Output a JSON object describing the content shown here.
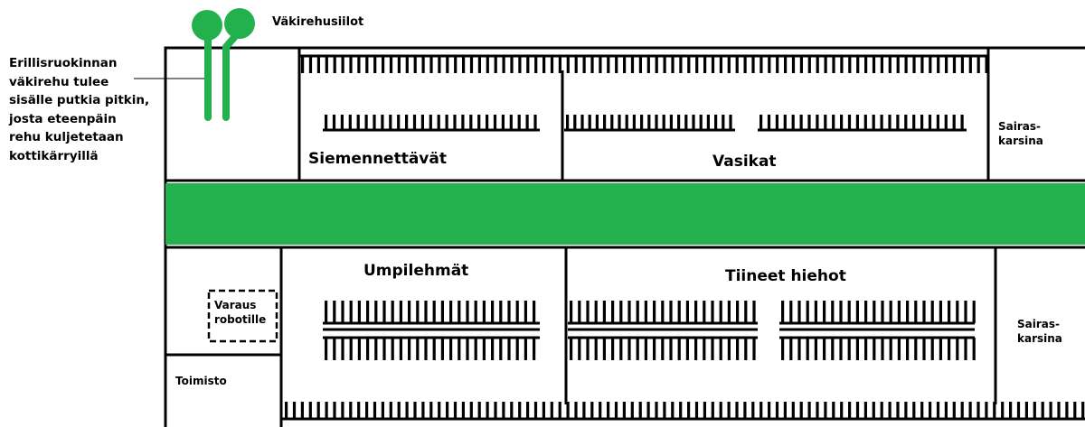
{
  "labels": {
    "silos_title": "Väkirehusiilot",
    "note_lines": [
      "Erillisruokinnan",
      "väkirehu tulee",
      "sisälle putkia pitkin,",
      "josta eteenpäin",
      "rehu kuljetetaan",
      "kottikärryillä"
    ],
    "siemennettavat": "Siemennettävät",
    "vasikat": "Vasikat",
    "sairaskarsina_top": [
      "Sairas-",
      "karsina"
    ],
    "sairaskarsina_bottom": [
      "Sairas-",
      "karsina"
    ],
    "umpilehmat": "Umpilehmät",
    "tiineet_hiehot": "Tiineet hiehot",
    "varaus_robotille": [
      "Varaus",
      "robotille"
    ],
    "toimisto": "Toimisto"
  },
  "colors": {
    "feed_alley": "#22b14c",
    "silo": "#22b14c",
    "lines": "#000000"
  }
}
